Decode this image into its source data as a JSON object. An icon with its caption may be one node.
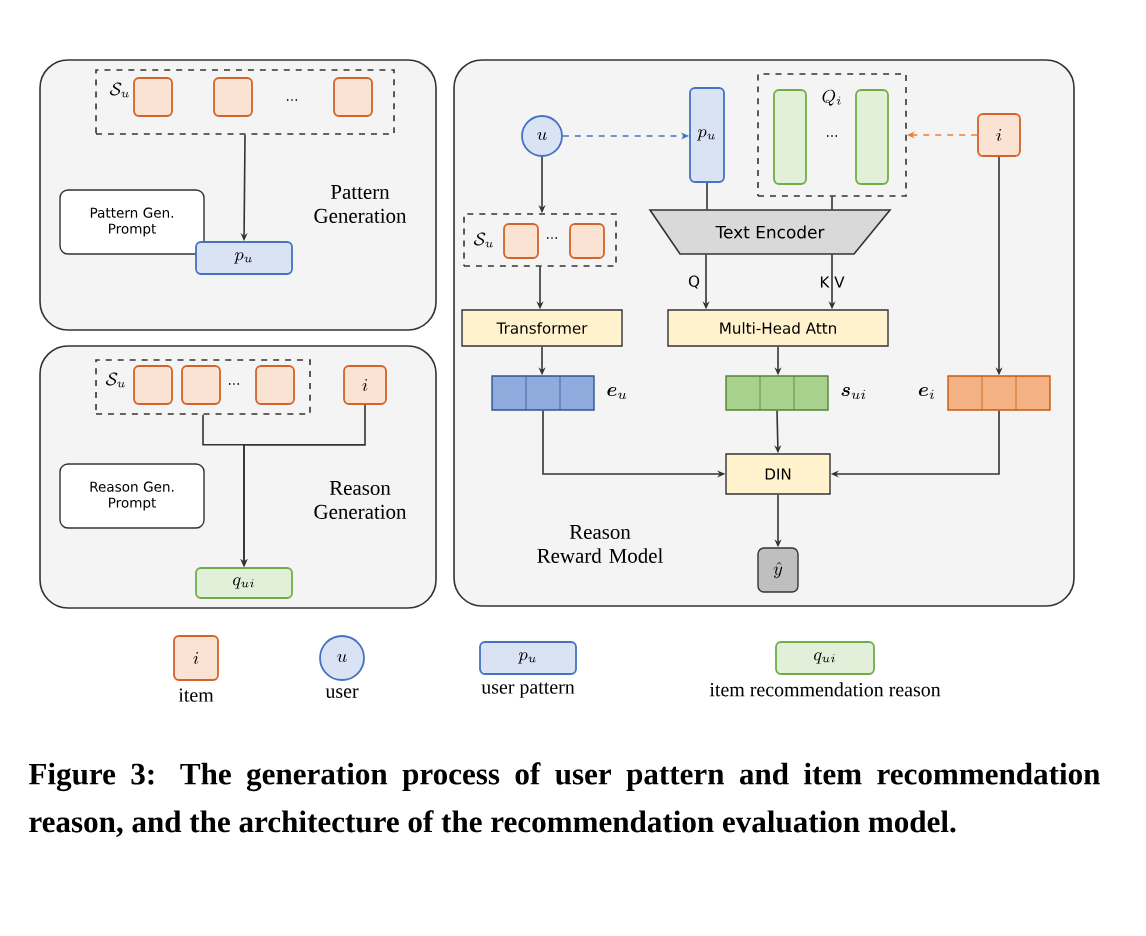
{
  "diagram": {
    "caption": "Figure 3: The generation process of user pattern and item recommendation reason, and the architecture of the recommendation evaluation model.",
    "nodes": [
      {
        "text": [
          "Pattern Generation"
        ]
      },
      {
        "text": [
          "\\mathcal{S}_u"
        ],
        "in": 0
      },
      {
        "text": [],
        "shape": "box",
        "in": 1
      },
      {
        "text": [],
        "shape": "box",
        "in": 1
      },
      {
        "text": [],
        "shape": "box",
        "in": 1
      },
      {
        "text": [
          "Pattern Gen. Prompt"
        ],
        "in": 0
      },
      {
        "text": [
          "p_u"
        ],
        "in": 0
      },
      {
        "text": [
          "Reason Generation"
        ]
      },
      {
        "text": [
          "\\mathcal{S}_u"
        ],
        "in": 7
      },
      {
        "text": [],
        "shape": "box",
        "in": 8
      },
      {
        "text": [],
        "shape": "box",
        "in": 8
      },
      {
        "text": [],
        "shape": "box",
        "in": 8
      },
      {
        "text": [
          "i"
        ],
        "in": 7
      },
      {
        "text": [
          "Reason Gen. Prompt"
        ],
        "in": 7
      },
      {
        "text": [
          "q_{ui}"
        ],
        "in": 7
      },
      {
        "text": [
          "Reason Reward Model"
        ]
      },
      {
        "text": [
          "u"
        ],
        "in": 15
      },
      {
        "text": [
          "p_u"
        ],
        "in": 15
      },
      {
        "text": [
          "Q_i"
        ],
        "in": 15
      },
      {
        "text": [],
        "shape": "box",
        "in": 18
      },
      {
        "text": [],
        "shape": "box",
        "in": 18
      },
      {
        "text": [
          "i"
        ],
        "in": 15
      },
      {
        "text": [
          "\\mathcal{S}_u"
        ],
        "in": 15
      },
      {
        "text": [],
        "shape": "box",
        "in": 22
      },
      {
        "text": [],
        "shape": "box",
        "in": 22
      },
      {
        "text": [
          "Text Encoder"
        ],
        "in": 15
      },
      {
        "text": [
          "Transformer"
        ],
        "in": 15
      },
      {
        "text": [
          "Multi-Head Attn"
        ],
        "in": 15
      },
      {
        "text": [],
        "shape": "bar",
        "in": 15,
        "beside": [
          "\\boldsymbol{e}_u"
        ]
      },
      {
        "text": [],
        "shape": "bar",
        "in": 15,
        "beside": [
          "\\boldsymbol{s}_{ui}"
        ]
      },
      {
        "text": [],
        "shape": "bar",
        "in": 15,
        "beside": [
          "\\boldsymbol{e}_i"
        ]
      },
      {
        "text": [
          "DIN"
        ],
        "in": 15
      },
      {
        "text": [
          "\\hat{y}"
        ],
        "in": 15
      },
      {
        "text": [
          "i"
        ],
        "beside": [
          "item"
        ]
      },
      {
        "text": [
          "u"
        ],
        "beside": [
          "user"
        ]
      },
      {
        "text": [
          "p_u"
        ],
        "beside": [
          "user pattern"
        ]
      },
      {
        "text": [
          "q_{ui}"
        ],
        "beside": [
          "item recommendation reason"
        ]
      }
    ],
    "edges": [
      {
        "from": 1,
        "to": 6,
        "arrow": "to"
      },
      {
        "from": 8,
        "to": 14,
        "arrow": "to"
      },
      {
        "from": 12,
        "to": 14,
        "arrow": "to"
      },
      {
        "from": 16,
        "to": 17,
        "arrow": "to",
        "style": "dashed",
        "color": "#4472c4"
      },
      {
        "from": 21,
        "to": 18,
        "arrow": "to",
        "style": "dashed",
        "color": "#ed7d31"
      },
      {
        "from": 16,
        "to": 22,
        "arrow": "to"
      },
      {
        "from": 17,
        "to": 25,
        "arrow": "none"
      },
      {
        "from": 18,
        "to": 25,
        "arrow": "none"
      },
      {
        "from": 25,
        "to": 27,
        "arrow": "to",
        "label": "Q"
      },
      {
        "from": 25,
        "to": 27,
        "arrow": "to",
        "label": "K V"
      },
      {
        "from": 22,
        "to": 26,
        "arrow": "to"
      },
      {
        "from": 26,
        "to": 28,
        "arrow": "to"
      },
      {
        "from": 27,
        "to": 29,
        "arrow": "to"
      },
      {
        "from": 21,
        "to": 30,
        "arrow": "to"
      },
      {
        "from": 28,
        "to": 31,
        "arrow": "to"
      },
      {
        "from": 29,
        "to": 31,
        "arrow": "to"
      },
      {
        "from": 30,
        "to": 31,
        "arrow": "to"
      },
      {
        "from": 31,
        "to": 32,
        "arrow": "to"
      }
    ],
    "labels": [
      "...",
      "...",
      "...",
      "..."
    ]
  }
}
